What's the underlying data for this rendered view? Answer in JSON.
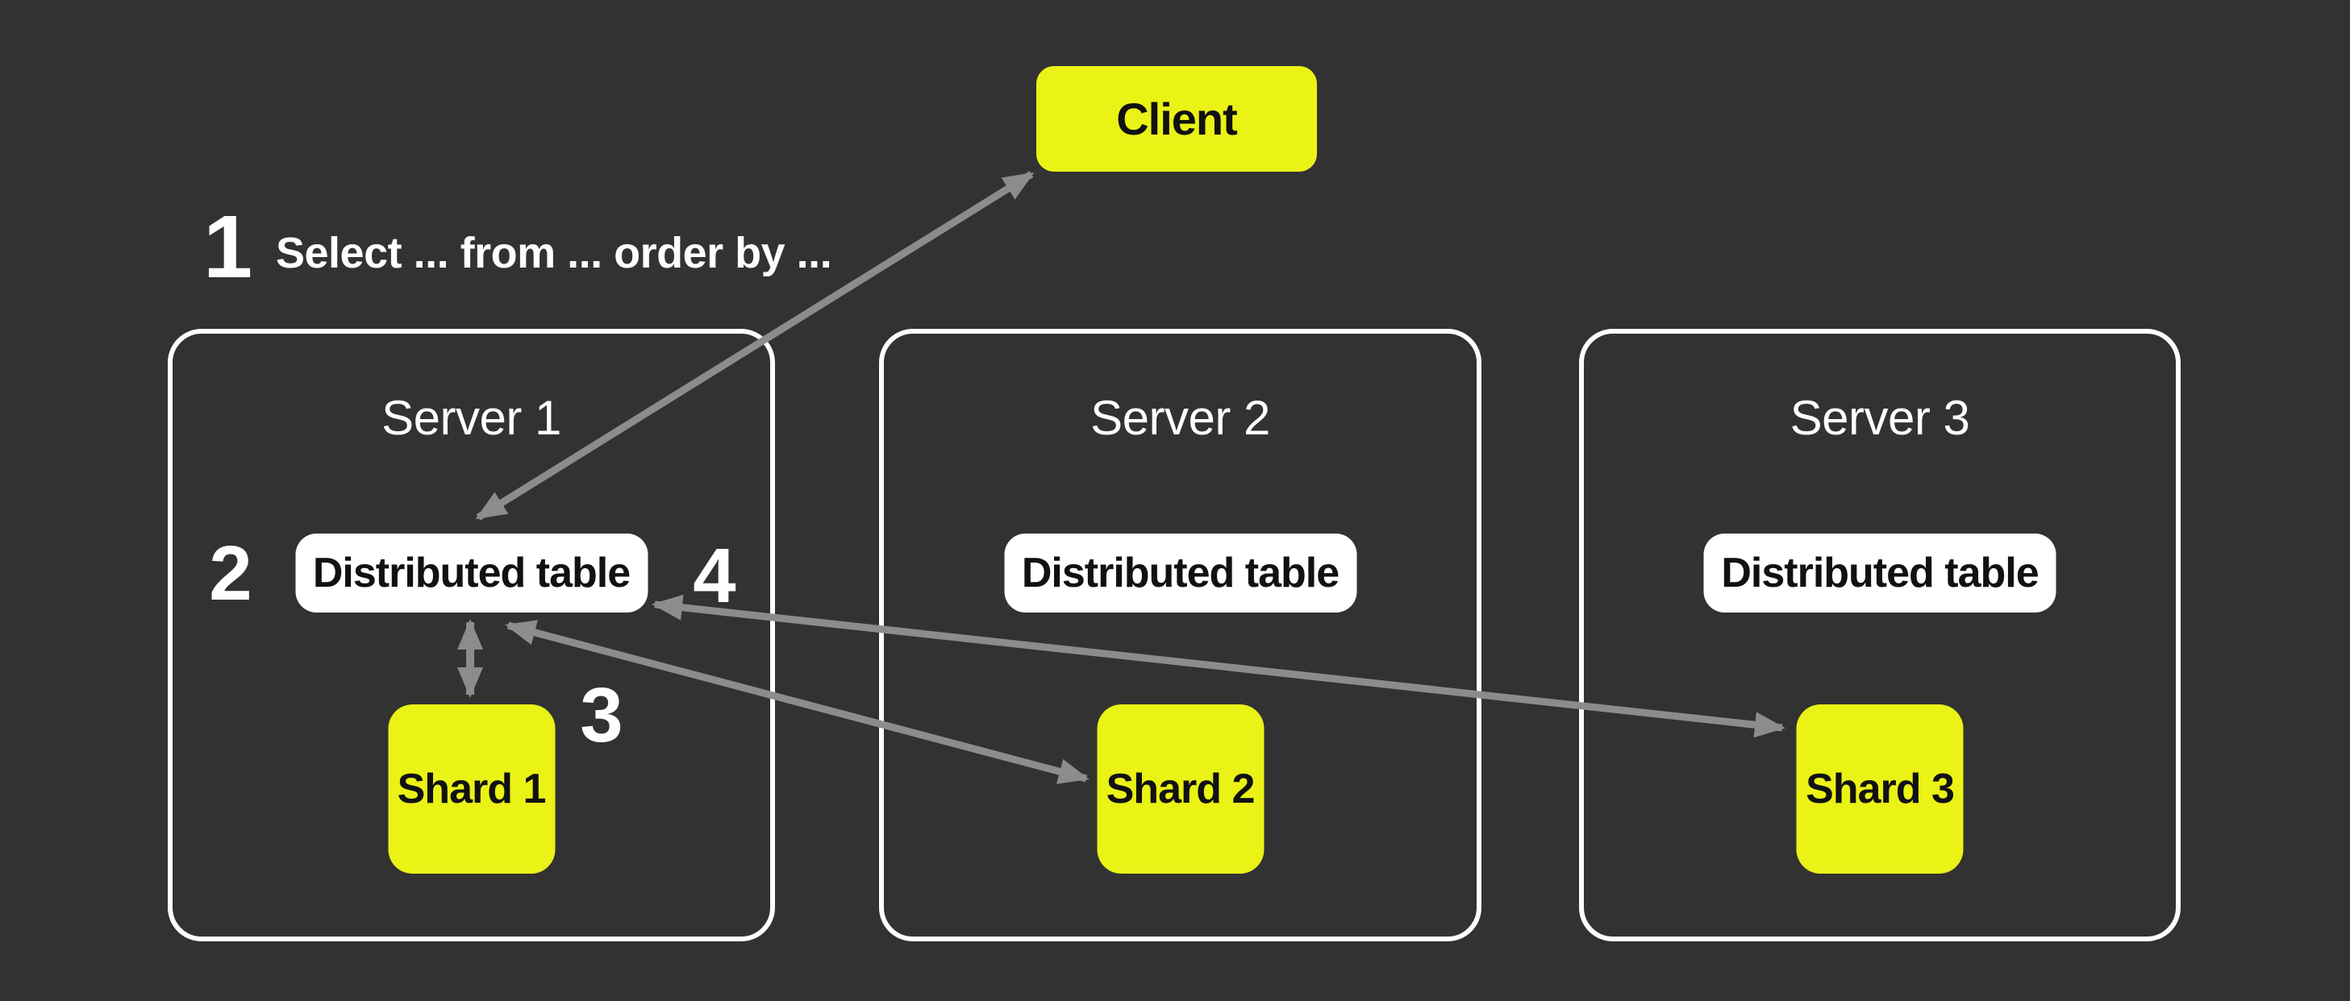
{
  "colors": {
    "background": "#323232",
    "box_yellow": "#EAF216",
    "arrow_gray": "#8C8C8C",
    "white": "#FFFFFF",
    "text_black": "#111111"
  },
  "client": {
    "label": "Client"
  },
  "steps": {
    "step1": {
      "number": "1",
      "query": "Select ... from ... order by ..."
    },
    "step2": {
      "number": "2"
    },
    "step3": {
      "number": "3"
    },
    "step4": {
      "number": "4"
    }
  },
  "servers": [
    {
      "title": "Server 1",
      "table_label": "Distributed table",
      "shard_label": "Shard 1"
    },
    {
      "title": "Server 2",
      "table_label": "Distributed table",
      "shard_label": "Shard 2"
    },
    {
      "title": "Server 3",
      "table_label": "Distributed table",
      "shard_label": "Shard 3"
    }
  ],
  "arrows": [
    {
      "name": "client-distributed-table-1",
      "direction": "bidirectional"
    },
    {
      "name": "distributed-table-1-shard-1",
      "direction": "bidirectional"
    },
    {
      "name": "distributed-table-1-shard-2",
      "direction": "bidirectional"
    },
    {
      "name": "distributed-table-1-shard-3",
      "direction": "bidirectional"
    }
  ]
}
